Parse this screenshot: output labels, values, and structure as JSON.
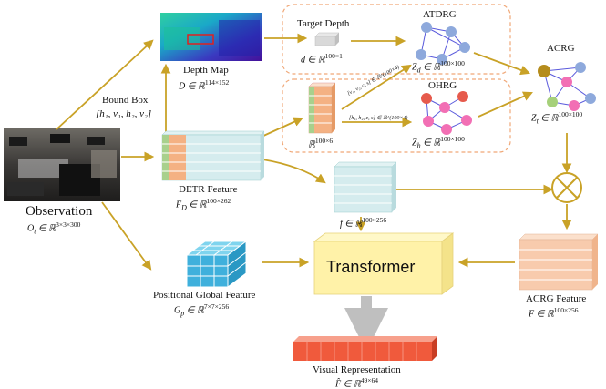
{
  "colors": {
    "arrow": "#c9a227",
    "dashed_box": "#f0a878",
    "node_blue": "#8ea9dc",
    "node_red": "#e65a4c",
    "node_pink": "#f26fb4",
    "node_green": "#a6d07a",
    "node_olive": "#b58c1c",
    "edge": "#5a5adc",
    "detr_green": "#a8d08d",
    "detr_orange": "#f4b183",
    "feature_teal": "#d5ecee",
    "positional_cube": "#3fb0dc",
    "transformer": "#fff2a8",
    "acrg_feature": "#f8cbad",
    "visual_rep": "#f05a3c",
    "gray_arrow": "#bfbfbf"
  },
  "labels": {
    "depth_map": "Depth Map",
    "depth_map_math": "D ∈ ℝ",
    "depth_map_sup": "114×152",
    "bound_box": "Bound Box",
    "bound_box_math": "[h₁, v₁, h₂, v₂]",
    "observation": "Observation",
    "observation_math": "O",
    "observation_sub": "t",
    "observation_rest": " ∈ ℝ",
    "observation_sup": "3×3×300",
    "target_depth": "Target Depth",
    "target_depth_math": "d ∈ ℝ",
    "target_depth_sup": "100×1",
    "atdrg": "ATDRG",
    "atdrg_math": "Z",
    "atdrg_sub": "d",
    "atdrg_rest": " ∈ ℝ",
    "atdrg_sup": "100×100",
    "ohrg": "OHRG",
    "ohrg_math": "Z",
    "ohrg_sub": "h",
    "ohrg_rest": " ∈ ℝ",
    "ohrg_sup": "100×100",
    "acrg": "ACRG",
    "acrg_math": "Z",
    "acrg_sub": "t",
    "acrg_rest": " ∈ ℝ",
    "acrg_sup": "100×100",
    "small_feature_math": "ℝ",
    "small_feature_sup": "100×6",
    "diag_label_1": "[v₁, v₂, c, s] ∈ ℝ^(100×4)",
    "diag_label_2": "[h₁, h₂, c, s] ∈ ℝ^(100×4)",
    "detr_feature": "DETR Feature",
    "detr_math": "F",
    "detr_sub": "D",
    "detr_rest": " ∈ ℝ",
    "detr_sup": "100×262",
    "f_math": "f ∈ ℝ",
    "f_sup": "100×256",
    "positional": "Positional Global Feature",
    "positional_math": "G",
    "positional_sub": "p",
    "positional_rest": " ∈ ℝ",
    "positional_sup": "7×7×256",
    "transformer": "Transformer",
    "acrg_feature": "ACRG Feature",
    "acrg_feature_math": "F ∈ ℝ",
    "acrg_feature_sup": "100×256",
    "visual_rep": "Visual Representation",
    "visual_rep_math": "F̂ ∈ ℝ",
    "visual_rep_sup": "49×64"
  }
}
